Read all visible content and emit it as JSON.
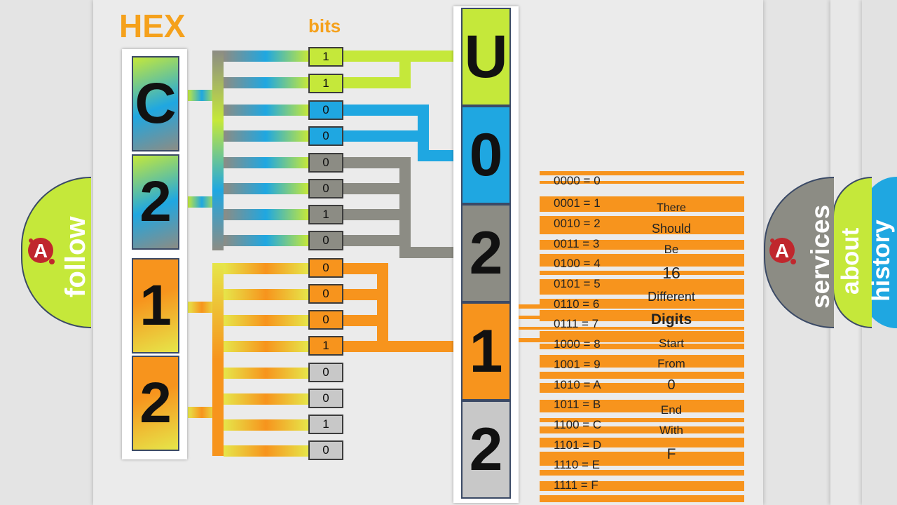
{
  "hex_title": "HEX",
  "bits_title": "bits",
  "hex_digits": [
    "C",
    "2",
    "1",
    "2"
  ],
  "bits": [
    "1",
    "1",
    "0",
    "0",
    "0",
    "0",
    "1",
    "0",
    "0",
    "0",
    "0",
    "1",
    "0",
    "0",
    "1",
    "0"
  ],
  "utf8_chars": [
    "U",
    "0",
    "2",
    "1",
    "2"
  ],
  "binary_table": [
    "0000 = 0",
    "0001 = 1",
    "0010 = 2",
    "0011 = 3",
    "0100 = 4",
    "0101 = 5",
    "0110 = 6",
    "0111 = 7",
    "1000 = 8",
    "1001 = 9",
    "1010 = A",
    "1011 = B",
    "1100 = C",
    "1101 = D",
    "1110 = E",
    "1111 = F"
  ],
  "note_lines": [
    "There",
    "Should",
    "Be",
    "16",
    "Different",
    "Digits",
    "Start",
    "From",
    "0",
    "End",
    "With",
    "F"
  ],
  "side_tabs": {
    "follow": "follow",
    "services": "services",
    "about": "about",
    "history": "history"
  },
  "colors": {
    "orange": "#f7941d",
    "lime": "#c5e83a",
    "blue": "#1fa7e1",
    "gray": "#8c8c84",
    "light_gray": "#c8c8c8",
    "yellow": "#e6e64a"
  },
  "icons": [
    "logo-a-icon"
  ]
}
